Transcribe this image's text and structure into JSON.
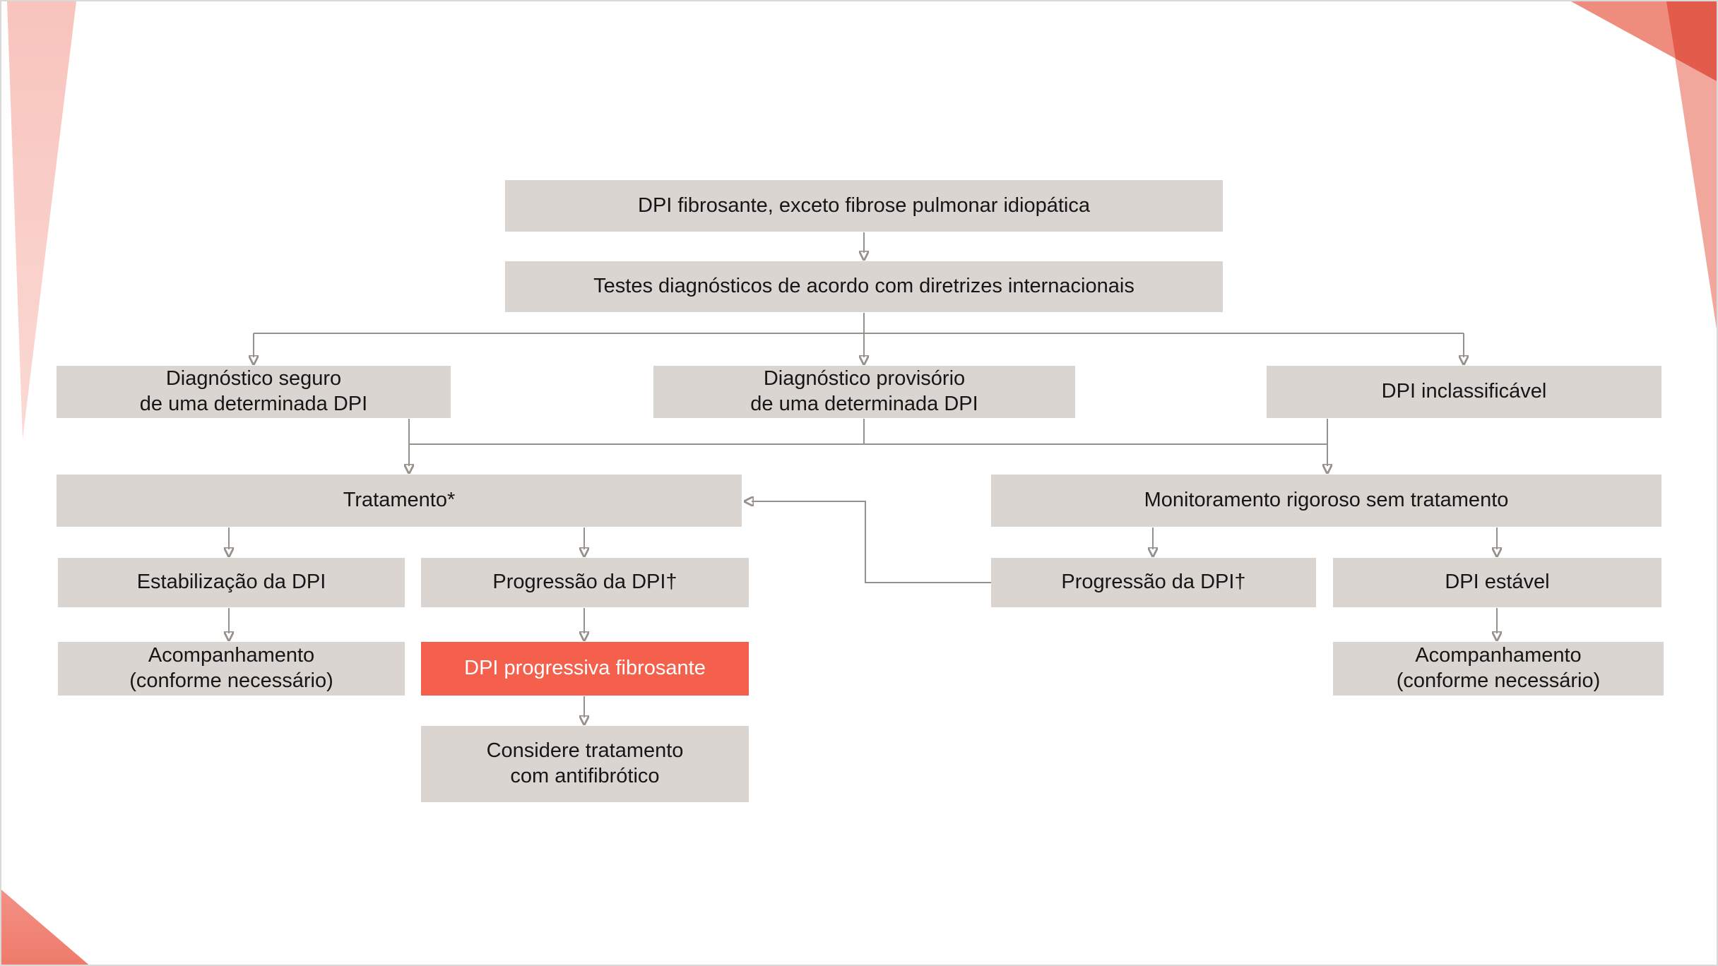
{
  "page": {
    "background": "#ffffff",
    "border_color": "#d9d9d9"
  },
  "palette": {
    "box_bg": "#dad5d1",
    "box_text": "#161616",
    "highlight_bg": "#f4604c",
    "highlight_text": "#ffffff",
    "connector": "#97918c",
    "corner_pink_top": "#f8c4bd",
    "corner_pink_bottom": "#fbd9d4",
    "corner_salmon_band": "#f2a79c",
    "corner_salmon_triangle": "#ee8d7d",
    "corner_red_dark": "#e25b4b",
    "corner_bottom_left_top": "#f29186",
    "corner_bottom_left_bottom": "#ee7a6a"
  },
  "flowchart": {
    "nodes": [
      {
        "id": "root",
        "label": "DPI fibrosante, exceto fibrose pulmonar idiopática",
        "highlight": false
      },
      {
        "id": "tests",
        "label": "Testes diagnósticos de acordo com diretrizes internacionais",
        "highlight": false
      },
      {
        "id": "dx-confident",
        "label": "Diagnóstico seguro\nde uma determinada DPI",
        "highlight": false
      },
      {
        "id": "dx-provisional",
        "label": "Diagnóstico provisório\nde uma determinada DPI",
        "highlight": false
      },
      {
        "id": "dx-unclassifiable",
        "label": "DPI inclassificável",
        "highlight": false
      },
      {
        "id": "treatment",
        "label": "Tratamento*",
        "highlight": false
      },
      {
        "id": "monitoring",
        "label": "Monitoramento rigoroso sem tratamento",
        "highlight": false
      },
      {
        "id": "stabilization",
        "label": "Estabilização da DPI",
        "highlight": false
      },
      {
        "id": "progression-left",
        "label": "Progressão da DPI†",
        "highlight": false
      },
      {
        "id": "followup-left",
        "label": "Acompanhamento\n(conforme necessário)",
        "highlight": false
      },
      {
        "id": "pf-ild",
        "label": "DPI progressiva fibrosante",
        "highlight": true
      },
      {
        "id": "consider",
        "label": "Considere tratamento\ncom antifibrótico",
        "highlight": false
      },
      {
        "id": "progression-right",
        "label": "Progressão da DPI†",
        "highlight": false
      },
      {
        "id": "stable",
        "label": "DPI estável",
        "highlight": false
      },
      {
        "id": "followup-right",
        "label": "Acompanhamento\n(conforme necessário)",
        "highlight": false
      }
    ]
  }
}
